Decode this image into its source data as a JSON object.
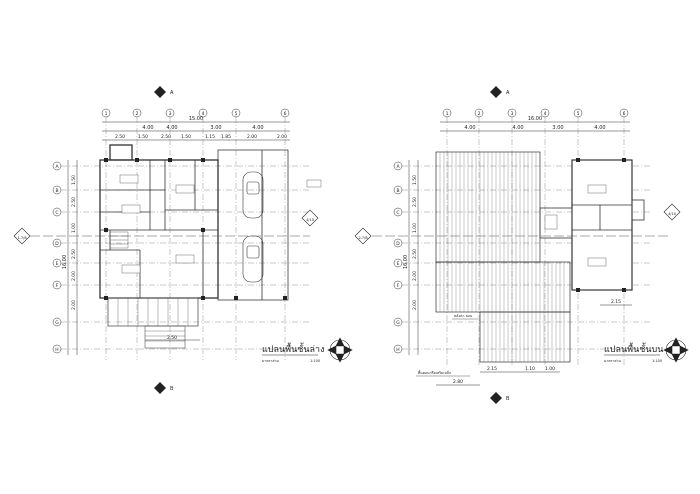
{
  "ground_plan": {
    "title": "แปลนพื้นชั้นล่าง",
    "subtitle": "มาตราส่วน",
    "scale": "1:100",
    "grid_columns": [
      "1",
      "2",
      "3",
      "4",
      "5",
      "6"
    ],
    "grid_rows": [
      "A",
      "B",
      "C",
      "D",
      "E",
      "F",
      "G",
      "H"
    ],
    "dims_top_total": "15.00",
    "dims_top": [
      "4.00",
      "4.00",
      "3.00",
      "4.00"
    ],
    "dims_top_sub": [
      "2.50",
      "1.50",
      "2.50",
      "1.50",
      "1.15",
      "1.85",
      "2.00",
      "2.00"
    ],
    "dims_left_total": "16.00",
    "dims_left": [
      "1.50",
      "2.50",
      "1.00",
      "2.50",
      "2.00",
      "2.00"
    ],
    "dim_bottom": "2.50",
    "section_marks": [
      "A",
      "B"
    ],
    "section_ref_left": "1-7/8",
    "section_ref_right": "4/10"
  },
  "upper_plan": {
    "title": "แปลนพื้นชั้นบน",
    "subtitle": "มาตราส่วน",
    "scale": "1:100",
    "grid_columns": [
      "1",
      "2",
      "3",
      "4",
      "5",
      "6"
    ],
    "grid_rows": [
      "A",
      "B",
      "C",
      "D",
      "E",
      "F",
      "G",
      "H"
    ],
    "dims_top_total": "16.00",
    "dims_top": [
      "4.00",
      "4.00",
      "3.00",
      "4.00"
    ],
    "dims_left_total": "16.00",
    "dims_left": [
      "1.50",
      "2.50",
      "1.00",
      "2.50",
      "2.00",
      "2.00"
    ],
    "dim_right": "2.15",
    "dims_bottom": [
      "2.15",
      "1.10",
      "1.00"
    ],
    "dim_bottom_left": "2.80",
    "note_roof": "หลังคา ลอน",
    "note_slab": "พื้นคอนกรีตเสริมเหล็ก",
    "section_marks": [
      "A",
      "B"
    ],
    "section_ref_left": "2-7/8",
    "section_ref_right": "4/10"
  }
}
